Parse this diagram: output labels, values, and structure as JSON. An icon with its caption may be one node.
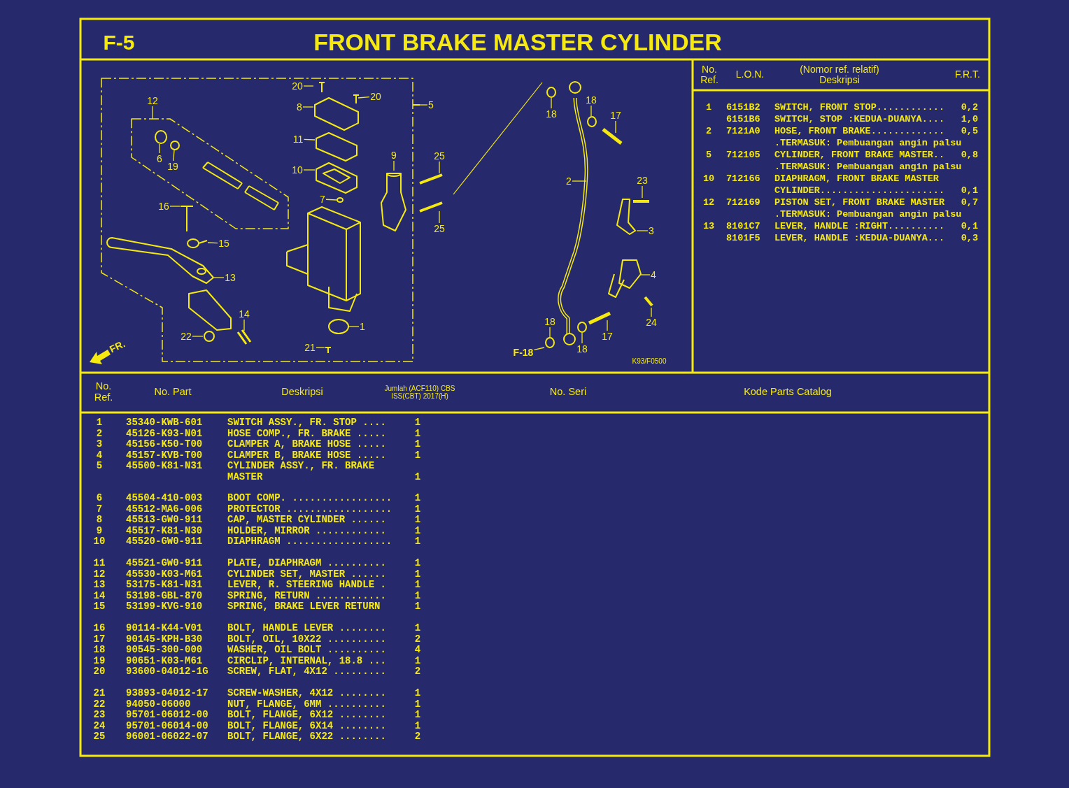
{
  "diagram": {
    "title": "FRONT BRAKE MASTER CYLINDER",
    "nodes": [
      {
        "text": [
          "20"
        ]
      },
      {
        "text": [
          "20"
        ]
      },
      {
        "text": [
          "12"
        ]
      },
      {
        "text": [
          "5"
        ]
      },
      {
        "text": [
          "8"
        ]
      },
      {
        "text": [
          "18"
        ]
      },
      {
        "text": [
          "18"
        ]
      },
      {
        "text": [
          "17"
        ]
      },
      {
        "text": [
          "11"
        ]
      },
      {
        "text": [
          "9"
        ]
      },
      {
        "text": [
          "25"
        ]
      },
      {
        "text": [
          "6"
        ]
      },
      {
        "text": [
          "19"
        ]
      },
      {
        "text": [
          "10"
        ]
      },
      {
        "text": [
          "2"
        ]
      },
      {
        "text": [
          "23"
        ]
      },
      {
        "text": [
          "7"
        ]
      },
      {
        "text": [
          "16"
        ]
      },
      {
        "text": [
          "25"
        ]
      },
      {
        "text": [
          "3"
        ]
      },
      {
        "text": [
          "15"
        ]
      },
      {
        "text": [
          "4"
        ]
      },
      {
        "text": [
          "13"
        ]
      },
      {
        "text": [
          "14"
        ]
      },
      {
        "text": [
          "18"
        ]
      },
      {
        "text": [
          "24"
        ]
      },
      {
        "text": [
          "1"
        ]
      },
      {
        "text": [
          "17"
        ]
      },
      {
        "text": [
          "22"
        ]
      },
      {
        "text": [
          "21"
        ]
      },
      {
        "text": [
          "18"
        ]
      },
      {
        "text": [
          "F-18"
        ]
      }
    ],
    "edges": [
      {
        "from": 0,
        "to": null,
        "arrow": "none"
      },
      {
        "from": 1,
        "to": null,
        "arrow": "none"
      },
      {
        "from": 2,
        "to": null,
        "arrow": "none"
      },
      {
        "from": 3,
        "to": null,
        "arrow": "none"
      },
      {
        "from": 4,
        "to": null,
        "arrow": "none"
      },
      {
        "from": 5,
        "to": null,
        "arrow": "none"
      },
      {
        "from": 6,
        "to": null,
        "arrow": "none"
      },
      {
        "from": 7,
        "to": null,
        "arrow": "none"
      },
      {
        "from": 8,
        "to": null,
        "arrow": "none"
      },
      {
        "from": 9,
        "to": null,
        "arrow": "none"
      },
      {
        "from": 10,
        "to": null,
        "arrow": "none"
      },
      {
        "from": 11,
        "to": null,
        "arrow": "none"
      },
      {
        "from": 12,
        "to": null,
        "arrow": "none"
      },
      {
        "from": 13,
        "to": null,
        "arrow": "none"
      },
      {
        "from": 14,
        "to": null,
        "arrow": "none"
      },
      {
        "from": 15,
        "to": null,
        "arrow": "none"
      },
      {
        "from": 16,
        "to": null,
        "arrow": "none"
      },
      {
        "from": 17,
        "to": null,
        "arrow": "none"
      },
      {
        "from": 18,
        "to": null,
        "arrow": "none"
      },
      {
        "from": 19,
        "to": null,
        "arrow": "none"
      },
      {
        "from": 20,
        "to": null,
        "arrow": "none"
      },
      {
        "from": 21,
        "to": null,
        "arrow": "none"
      },
      {
        "from": 22,
        "to": null,
        "arrow": "none"
      },
      {
        "from": 23,
        "to": null,
        "arrow": "none"
      },
      {
        "from": 24,
        "to": null,
        "arrow": "none"
      },
      {
        "from": 25,
        "to": null,
        "arrow": "none"
      },
      {
        "from": 26,
        "to": null,
        "arrow": "none"
      },
      {
        "from": 27,
        "to": null,
        "arrow": "none"
      },
      {
        "from": 28,
        "to": null,
        "arrow": "none"
      },
      {
        "from": 29,
        "to": null,
        "arrow": "none"
      },
      {
        "from": 30,
        "to": null,
        "arrow": "none"
      },
      {
        "from": 31,
        "to": null,
        "arrow": "none"
      }
    ],
    "labels": [
      "F-5",
      "No. Ref.",
      "L.O.N.",
      "(Nomor ref. relatif) Deskripsi",
      "F.R.T.",
      "1",
      "6151B2",
      "SWITCH, FRONT STOP............",
      "0,2",
      "6151B6",
      "SWITCH, STOP :KEDUA-DUANYA....",
      "1,0",
      "2",
      "7121A0",
      "HOSE, FRONT BRAKE.............",
      "0,5",
      ".TERMASUK: Pembuangan angin palsu",
      "5",
      "712105",
      "CYLINDER, FRONT BRAKE MASTER..",
      "0,8",
      ".TERMASUK: Pembuangan angin palsu",
      "10",
      "712166",
      "DIAPHRAGM, FRONT BRAKE MASTER CYLINDER......................",
      "0,1",
      "12",
      "712169",
      "PISTON SET, FRONT BRAKE MASTER",
      "0,7",
      ".TERMASUK: Pembuangan angin palsu",
      "13",
      "8101C7",
      "LEVER, HANDLE :RIGHT..........",
      "0,1",
      "8101F5",
      "LEVER, HANDLE :KEDUA-DUANYA...",
      "0,3",
      "FR.",
      "K93/F0500",
      "No. Ref.",
      "No. Part",
      "Deskripsi",
      "Jumlah (ACF110) CBS ISS(CBT) 2017(H)",
      "No. Seri",
      "Kode Parts Catalog",
      "1",
      "35340-KWB-601",
      "SWITCH ASSY., FR. STOP ....",
      "1",
      "2",
      "45126-K93-N01",
      "HOSE COMP., FR. BRAKE .....",
      "1",
      "3",
      "45156-K50-T00",
      "CLAMPER A, BRAKE HOSE .....",
      "1",
      "4",
      "45157-KVB-T00",
      "CLAMPER B, BRAKE HOSE .....",
      "1",
      "5",
      "45500-K81-N31",
      "CYLINDER ASSY., FR. BRAKE MASTER",
      "1",
      "6",
      "45504-410-003",
      "BOOT COMP. .................",
      "1",
      "7",
      "45512-MA6-006",
      "PROTECTOR ..................",
      "1",
      "8",
      "45513-GW0-911",
      "CAP, MASTER CYLINDER ......",
      "1",
      "9",
      "45517-K81-N30",
      "HOLDER, MIRROR ............",
      "1",
      "10",
      "45520-GW0-911",
      "DIAPHRAGM ..................",
      "1",
      "11",
      "45521-GW0-911",
      "PLATE, DIAPHRAGM ..........",
      "1",
      "12",
      "45530-K03-M61",
      "CYLINDER SET, MASTER ......",
      "1",
      "13",
      "53175-K81-N31",
      "LEVER, R. STEERING HANDLE .",
      "1",
      "14",
      "53198-GBL-870",
      "SPRING, RETURN ............",
      "1",
      "15",
      "53199-KVG-910",
      "SPRING, BRAKE LEVER RETURN",
      "1",
      "16",
      "90114-K44-V01",
      "BOLT, HANDLE LEVER ........",
      "1",
      "17",
      "90145-KPH-B30",
      "BOLT, OIL, 10X22 ..........",
      "2",
      "18",
      "90545-300-000",
      "WASHER, OIL BOLT ..........",
      "4",
      "19",
      "90651-K03-M61",
      "CIRCLIP, INTERNAL, 18.8 ...",
      "1",
      "20",
      "93600-04012-1G",
      "SCREW, FLAT, 4X12 .........",
      "2",
      "21",
      "93893-04012-17",
      "SCREW-WASHER, 4X12 ........",
      "1",
      "22",
      "94050-06000",
      "NUT, FLANGE, 6MM ..........",
      "1",
      "23",
      "95701-06012-00",
      "BOLT, FLANGE, 6X12 ........",
      "1",
      "24",
      "95701-06014-00",
      "BOLT, FLANGE, 6X14 ........",
      "1",
      "25",
      "96001-06022-07",
      "BOLT, FLANGE, 6X22 ........",
      "2"
    ]
  }
}
